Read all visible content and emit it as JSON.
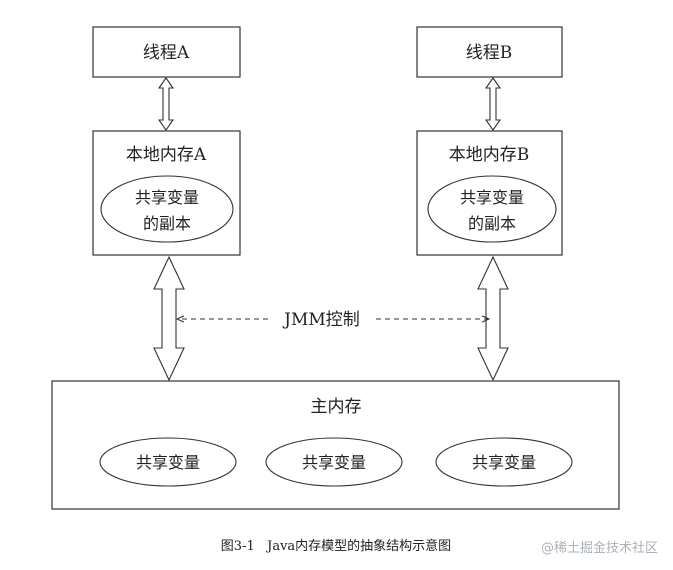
{
  "thread_a": {
    "label": "线程A"
  },
  "thread_b": {
    "label": "线程B"
  },
  "local_memory_a": {
    "label": "本地内存A",
    "copy_line1": "共享变量",
    "copy_line2": "的副本"
  },
  "local_memory_b": {
    "label": "本地内存B",
    "copy_line1": "共享变量",
    "copy_line2": "的副本"
  },
  "jmm_control": {
    "label": "JMM控制"
  },
  "main_memory": {
    "label": "主内存",
    "shared_vars": [
      {
        "label": "共享变量"
      },
      {
        "label": "共享变量"
      },
      {
        "label": "共享变量"
      }
    ]
  },
  "caption": "图3-1   Java内存模型的抽象结构示意图",
  "watermark": "@稀土掘金技术社区",
  "colors": {
    "stroke": "#333333",
    "text": "#222222",
    "watermark": "#aab0b8"
  }
}
